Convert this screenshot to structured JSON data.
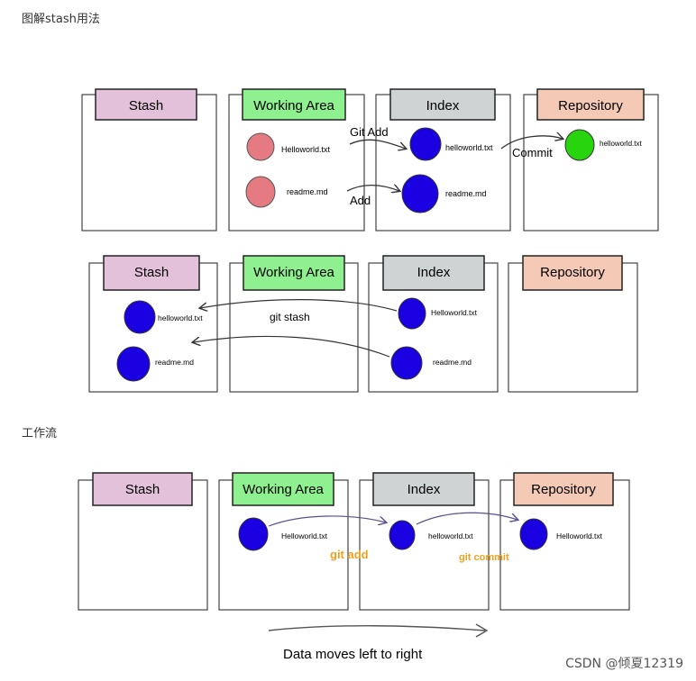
{
  "headings": {
    "top": "图解stash用法",
    "middle": "工作流"
  },
  "labels": {
    "stash": "Stash",
    "working_area": "Working Area",
    "index": "Index",
    "repository": "Repository"
  },
  "colors": {
    "stash": "#e4c1da",
    "working_area": "#8ef08e",
    "index": "#cfd3d3",
    "repository": "#f4c9b6",
    "blob_red": "#e67a82",
    "blob_blue": "#1a00e0",
    "blob_green": "#27d40e",
    "orange_text": "#f0a020"
  },
  "diagram1": {
    "file_helloworld_wa": "Helloworld.txt",
    "file_readme_wa": "readme.md",
    "file_helloworld_index": "helloworld.txt",
    "file_readme_index": "readme.md",
    "file_helloworld_repo": "helloworld.txt",
    "arrow_git_add": "Git Add",
    "arrow_add": "Add",
    "arrow_commit": "Commit"
  },
  "diagram2": {
    "file_helloworld_stash": "helloworld.txt",
    "file_readme_stash": "readme.md",
    "file_helloworld_index": "Helloworld.txt",
    "file_readme_index": "readme.md",
    "arrow_git_stash": "git stash"
  },
  "diagram3": {
    "file_helloworld_wa": "Helloworld.txt",
    "file_helloworld_index": "helloworld.txt",
    "file_helloworld_repo": "Helloworld.txt",
    "arrow_git_add": "git add",
    "arrow_git_commit": "git commit",
    "caption": "Data moves left to right"
  },
  "watermark": "CSDN @倾夏12319"
}
